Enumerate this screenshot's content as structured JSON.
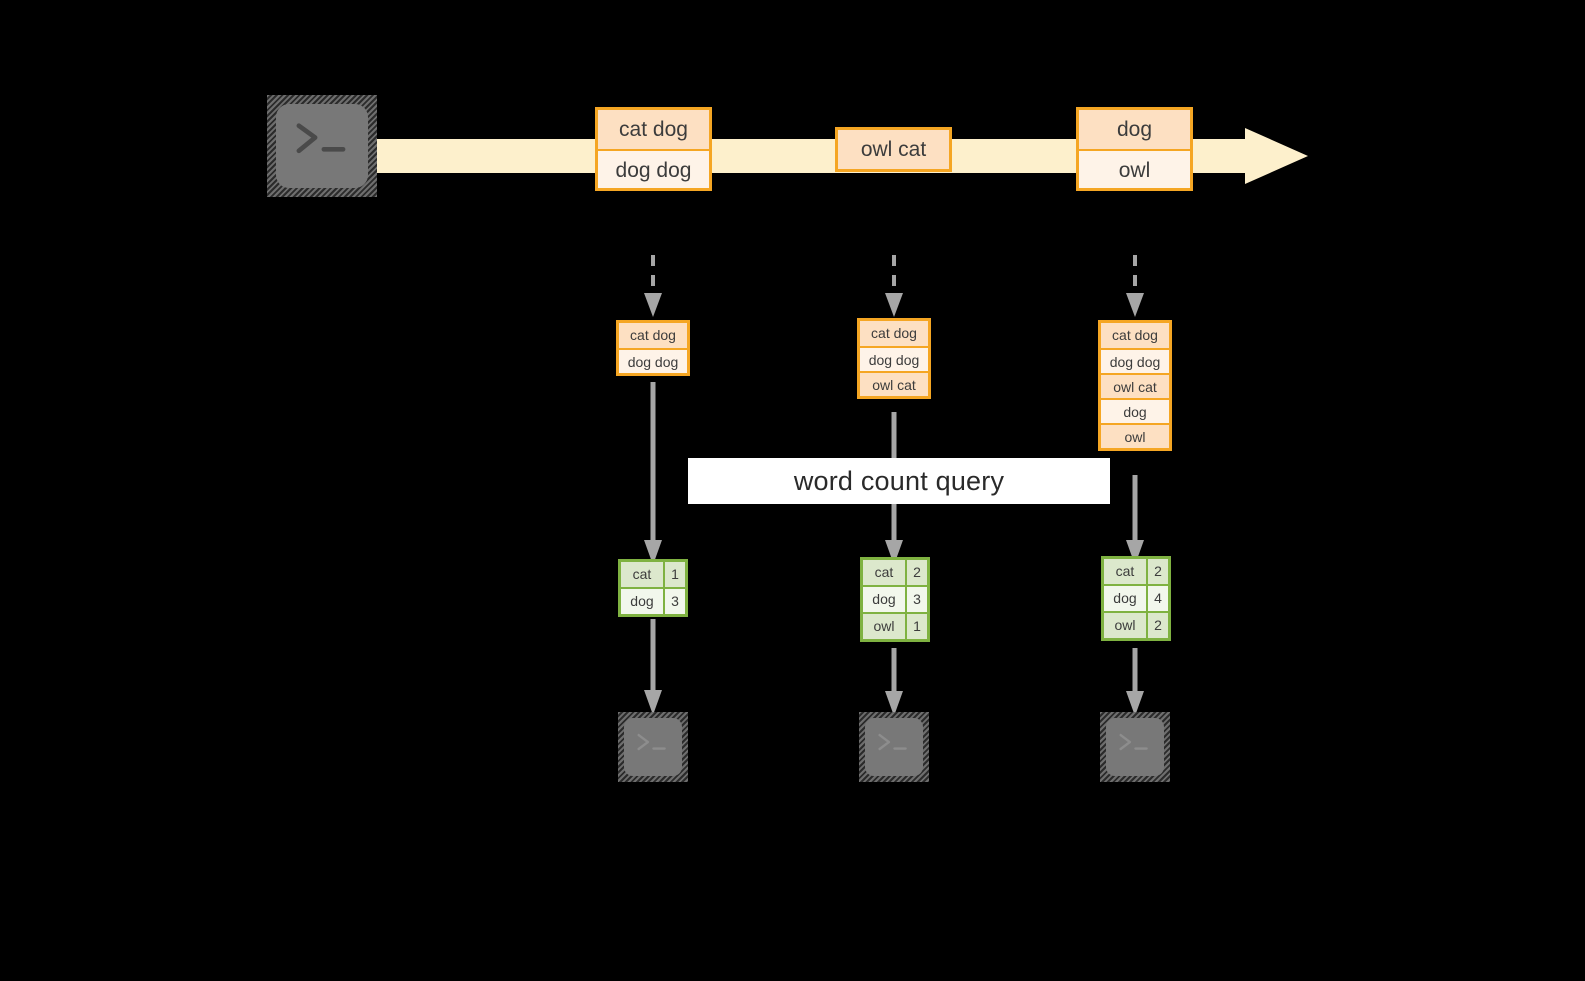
{
  "diagram": {
    "title": "word count query",
    "background": "#000000",
    "colors": {
      "stream_fill": "#FDF0CC",
      "event_border": "#F5A623",
      "event_fill_shade": "#FDE0C2",
      "event_fill_plain": "#FEF3E8",
      "result_border": "#7FB241",
      "result_fill_shade": "#DCE8CC",
      "result_fill_plain": "#F2F7EC",
      "connector": "#A6A6A6",
      "label_band": "#FFFFFF",
      "terminal_body": "#787878"
    }
  },
  "source": {
    "icon": "terminal-icon",
    "prompt": ">_"
  },
  "stream": {
    "direction": "left-to-right",
    "batches": [
      {
        "name": "batch-1",
        "lines": [
          "cat dog",
          "dog dog"
        ]
      },
      {
        "name": "batch-2",
        "lines": [
          "owl cat"
        ]
      },
      {
        "name": "batch-3",
        "lines": [
          "dog",
          "owl"
        ]
      }
    ]
  },
  "accumulated": [
    {
      "name": "accumulated-t1",
      "lines": [
        "cat dog",
        "dog dog"
      ]
    },
    {
      "name": "accumulated-t2",
      "lines": [
        "cat dog",
        "dog dog",
        "owl cat"
      ]
    },
    {
      "name": "accumulated-t3",
      "lines": [
        "cat dog",
        "dog dog",
        "owl cat",
        "dog",
        "owl"
      ]
    }
  ],
  "query": {
    "label": "word count query"
  },
  "results": [
    {
      "name": "result-t1",
      "rows": [
        {
          "word": "cat",
          "count": "1"
        },
        {
          "word": "dog",
          "count": "3"
        }
      ]
    },
    {
      "name": "result-t2",
      "rows": [
        {
          "word": "cat",
          "count": "2"
        },
        {
          "word": "dog",
          "count": "3"
        },
        {
          "word": "owl",
          "count": "1"
        }
      ]
    },
    {
      "name": "result-t3",
      "rows": [
        {
          "word": "cat",
          "count": "2"
        },
        {
          "word": "dog",
          "count": "4"
        },
        {
          "word": "owl",
          "count": "2"
        }
      ]
    }
  ],
  "sinks": [
    {
      "name": "sink-t1",
      "icon": "terminal-icon",
      "prompt": ">_"
    },
    {
      "name": "sink-t2",
      "icon": "terminal-icon",
      "prompt": ">_"
    },
    {
      "name": "sink-t3",
      "icon": "terminal-icon",
      "prompt": ">_"
    }
  ]
}
